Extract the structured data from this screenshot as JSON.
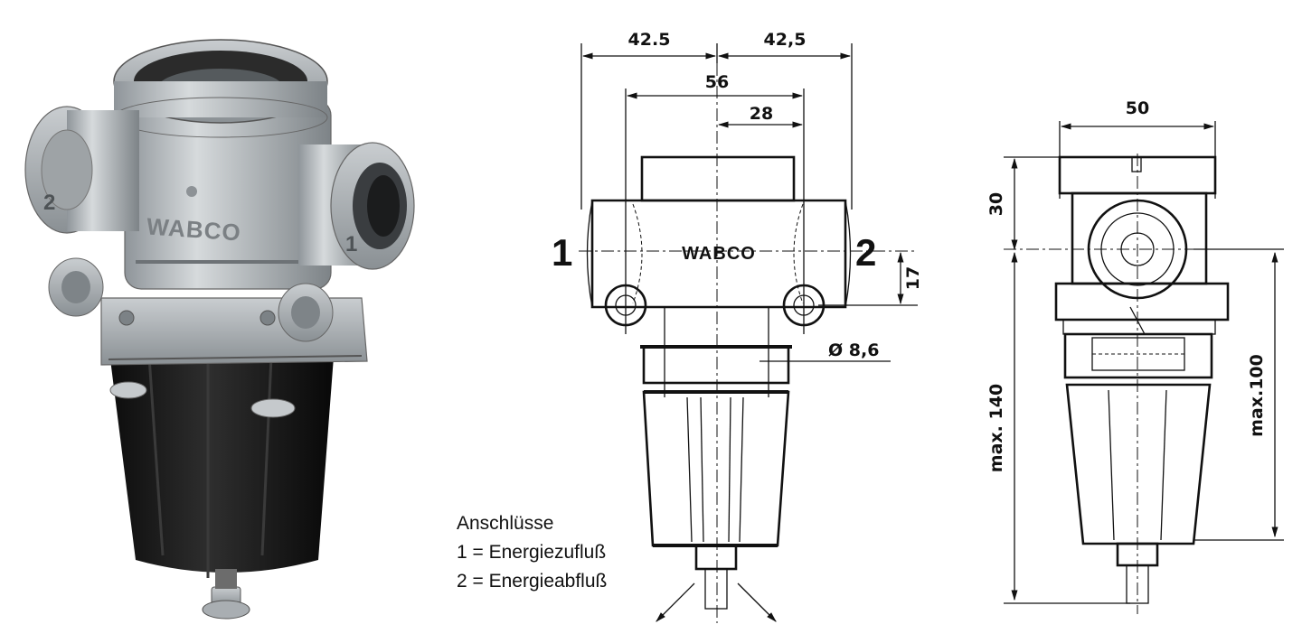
{
  "photo": {
    "brand": "WABCO",
    "port_left": "2",
    "port_right": "1"
  },
  "front_view": {
    "dims": {
      "left_width": "42.5",
      "right_width": "42,5",
      "port_spacing": "56",
      "half_spacing": "28",
      "port_height": "17",
      "hole_diameter": "Ø  8,6"
    },
    "brand": "WABCO",
    "port_left": "1",
    "port_right": "2"
  },
  "side_view": {
    "dims": {
      "width": "50",
      "top_offset": "30",
      "max_total": "max. 140",
      "max_lower": "max.100"
    }
  },
  "legend": {
    "title": "Anschlüsse",
    "items": [
      "1 = Energiezufluß",
      "2 = Energieabfluß"
    ]
  }
}
